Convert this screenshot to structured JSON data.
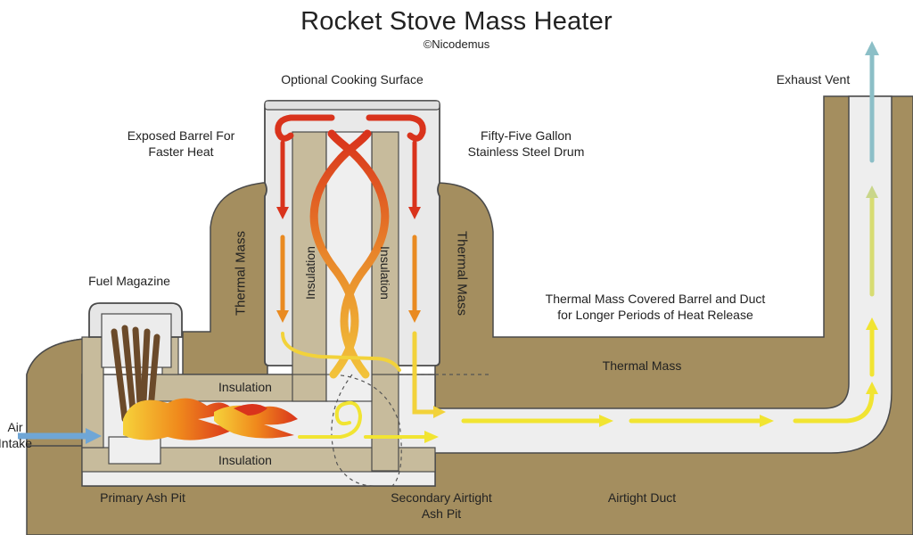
{
  "title": "Rocket Stove Mass Heater",
  "credit": "©Nicodemus",
  "labels": {
    "cooking_surface": "Optional Cooking Surface",
    "exposed_barrel": "Exposed Barrel For\nFaster Heat",
    "drum": "Fifty-Five Gallon\nStainless Steel Drum",
    "exhaust_vent": "Exhaust Vent",
    "fuel_magazine": "Fuel Magazine",
    "covered_barrel": "Thermal Mass Covered Barrel and Duct\nfor Longer Periods of Heat Release",
    "thermal_mass_left": "Thermal Mass",
    "thermal_mass_right": "Thermal Mass",
    "thermal_mass_bottom": "Thermal Mass",
    "insulation_left": "Insulation",
    "insulation_right": "Insulation",
    "insulation_top": "Insulation",
    "insulation_bottom": "Insulation",
    "air_intake": "Air\nIntake",
    "primary_ash_pit": "Primary Ash Pit",
    "secondary_ash_pit": "Secondary Airtight\nAsh Pit",
    "airtight_duct": "Airtight Duct"
  },
  "colors": {
    "thermal_mass": "#a48e5f",
    "insulation": "#c7bb9c",
    "duct": "#eeeeee",
    "outline": "#4a4a4a",
    "hot_arrow": "#d9331c",
    "warm_arrow": "#e98a21",
    "cool_arrow": "#f1e432",
    "air_arrow": "#6fa6d6",
    "exhaust_arrow": "#8cbfc7"
  }
}
